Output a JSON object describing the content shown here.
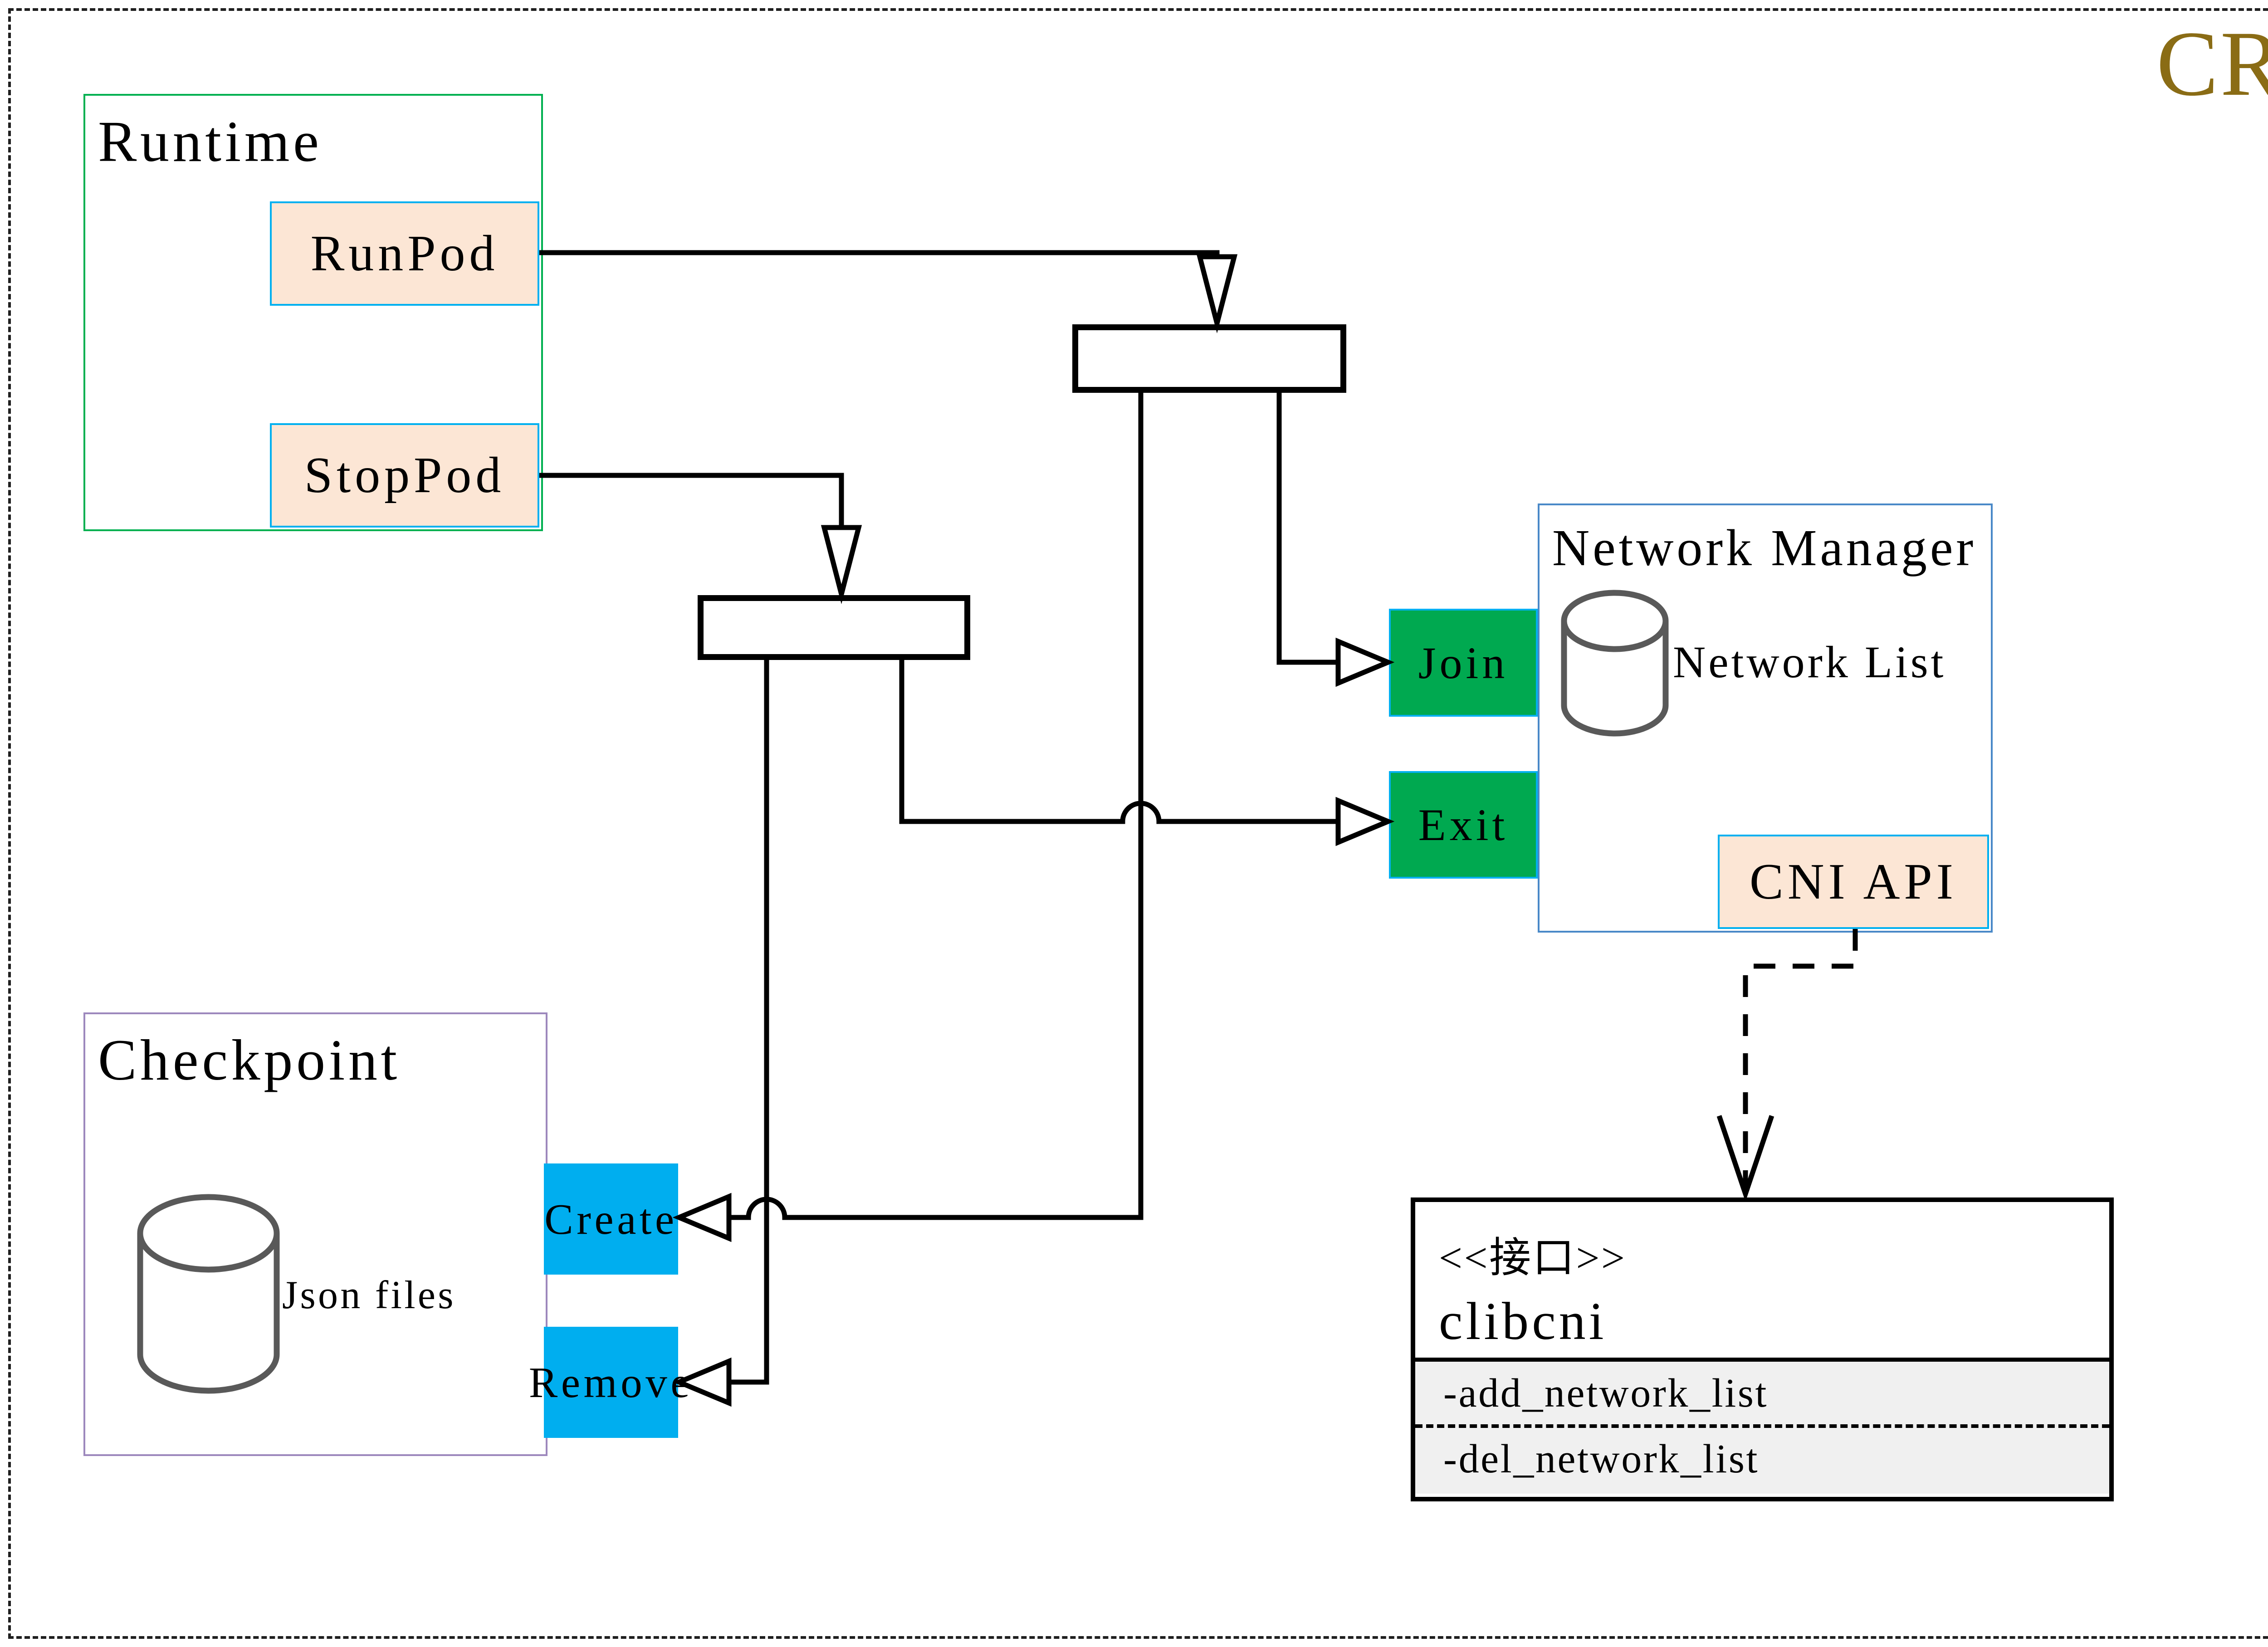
{
  "page": {
    "badge": "CRI"
  },
  "colors": {
    "gold": "#8a6c15",
    "peach": "#fce6d5",
    "cyan": "#00b0f0",
    "green": "#00a950",
    "blue": "#00aeef",
    "runtimeBorder": "#00b050",
    "nmBorder": "#4a89c8",
    "checkpointBorder": "#9d88bd",
    "methodBg": "#f0f0f0",
    "cylinder": "#595959",
    "line": "#000000"
  },
  "runtime": {
    "title": "Runtime",
    "buttons": [
      {
        "label": "RunPod"
      },
      {
        "label": "StopPod"
      }
    ]
  },
  "network_manager": {
    "title": "Network Manager",
    "list_label": "Network List",
    "buttons": [
      {
        "label": "Join"
      },
      {
        "label": "Exit"
      }
    ],
    "api": "CNI API"
  },
  "checkpoint": {
    "title": "Checkpoint",
    "store_label": "Json files",
    "buttons": [
      {
        "label": "Create"
      },
      {
        "label": "Remove"
      }
    ]
  },
  "interface_class": {
    "stereotype": "<<接口>>",
    "name": "clibcni",
    "methods": [
      {
        "label": "-add_network_list"
      },
      {
        "label": "-del_network_list"
      }
    ]
  }
}
